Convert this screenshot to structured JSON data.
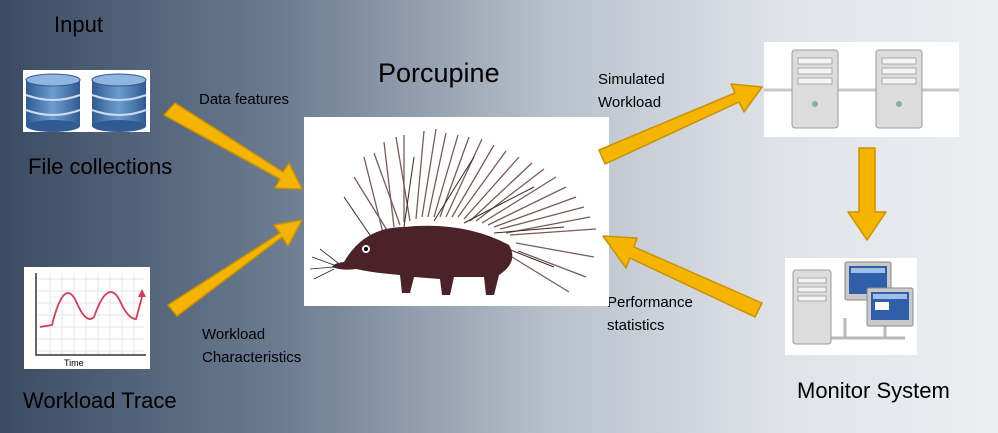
{
  "labels": {
    "input": "Input",
    "file_collections": "File collections",
    "workload_trace": "Workload Trace",
    "porcupine": "Porcupine",
    "data_features": "Data features",
    "workload_char_1": "Workload",
    "workload_char_2": "Characteristics",
    "simulated_1": "Simulated",
    "simulated_2": "Workload",
    "perf_1": "Performance",
    "perf_2": "statistics",
    "monitor_system": "Monitor System",
    "trace_axis": "Time"
  },
  "colors": {
    "arrow_fill": "#f5b400",
    "arrow_stroke": "#c99200",
    "db_blue": "#4a79b0",
    "trace_line": "#d63b5a"
  },
  "icons": [
    "database-icon",
    "trace-chart-icon",
    "porcupine-image",
    "server-icon",
    "monitor-system-icon"
  ]
}
